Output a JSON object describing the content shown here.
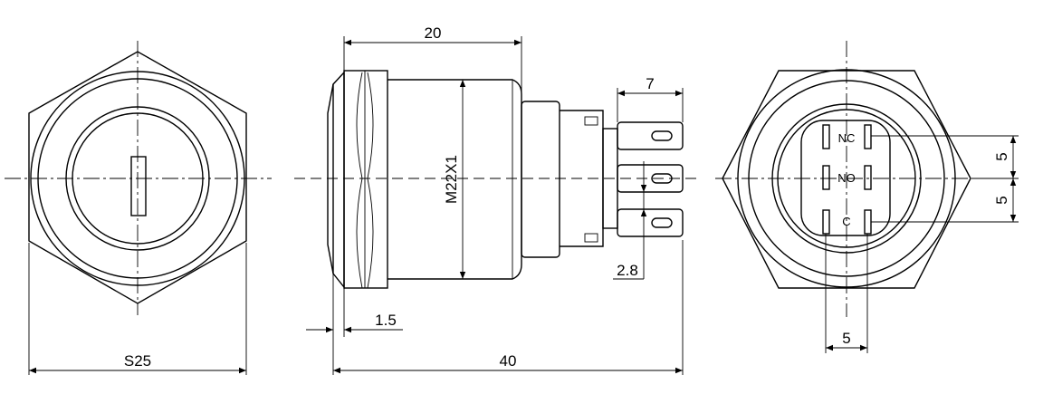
{
  "front_view": {
    "width_dim": "S25"
  },
  "side_view": {
    "length_20": "20",
    "thread": "M22X1",
    "terminal_length": "7",
    "flange_thickness": "1.5",
    "terminal_width": "2.8",
    "overall_length": "40"
  },
  "rear_view": {
    "pin_nc": "NC",
    "pin_no": "NO",
    "pin_c": "C",
    "spacing_upper": "5",
    "spacing_lower": "5",
    "spacing_horizontal": "5"
  }
}
